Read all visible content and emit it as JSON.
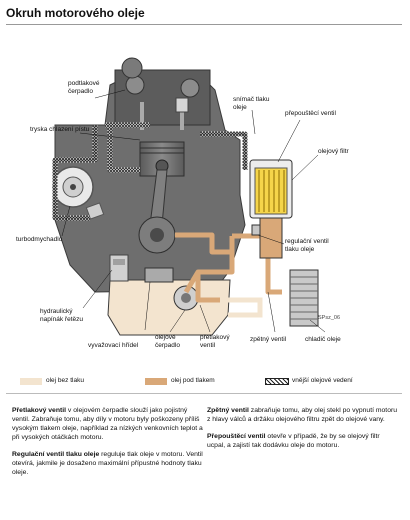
{
  "title": "Okruh motorového oleje",
  "labels": {
    "podtlak": "podtlakové čerpadlo",
    "snimac": "snímač tlaku oleje",
    "prepousteci": "přepouštěcí ventil",
    "filtr": "olejový filtr",
    "tryska": "tryska chlazení pístu",
    "turbo": "turbodmychadlo",
    "regulacni": "regulační ventil tlaku oleje",
    "retez": "hydraulický napínák řetězu",
    "ref": "SPsz_06",
    "vyvazovaci": "vyvažovací hřídel",
    "cerpadlo": "olejové čerpadlo",
    "pretlakovy": "přetlakový ventil",
    "zpetny": "zpětný ventil",
    "chladic": "chladič oleje"
  },
  "legend": {
    "bez_tlaku": "olej bez tlaku",
    "pod_tlakem": "olej pod tlakem",
    "vnejsi": "vnější olejové vedení"
  },
  "text": {
    "p1_bold": "Přetlakový ventil",
    "p1": " v olejovém čerpadle slouží jako pojistný ventil. Zabraňuje tomu, aby díly v motoru byly poškozeny příliš vysokým tlakem oleje, například za nízkých venkovních teplot a při vysokých otáčkách motoru.",
    "p2_bold": "Regulační ventil tlaku oleje",
    "p2": " reguluje tlak oleje v motoru. Ventil otevírá, jakmile je dosaženo maximální přípustné hodnoty tlaku oleje.",
    "p3_bold": "Zpětný ventil",
    "p3": " zabraňuje tomu, aby olej stekl po vypnutí motoru z hlavy válců a držáku olejového filtru zpět do olejové vany.",
    "p4_bold": "Přepouštěcí ventil",
    "p4": " otevře v případě, že by se olejový filtr ucpal, a zajistí tak dodávku oleje do motoru."
  },
  "colors": {
    "oil_no_pressure": "#f3e4cf",
    "oil_pressure": "#d9a878",
    "engine": "#6e6e6e",
    "engine_dark": "#4a4a4a",
    "line": "#1e1e1e"
  }
}
